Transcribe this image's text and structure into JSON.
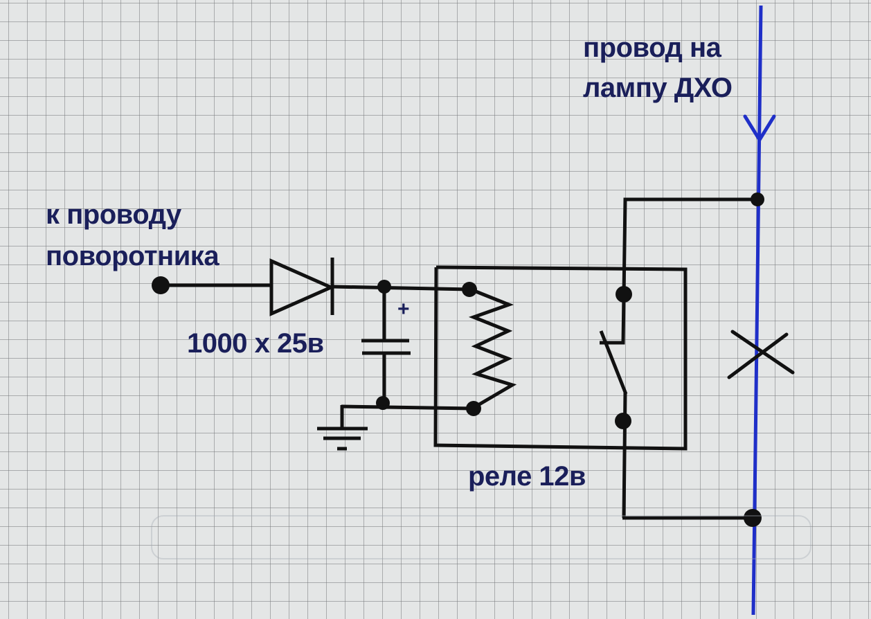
{
  "diagram": {
    "type": "electrical-schematic",
    "description": "DRL (daytime running lamp) cut-off circuit via turn-signal-triggered relay",
    "labels": {
      "dho_wire_line1": "провод на",
      "dho_wire_line2": "лампу ДХО",
      "turn_wire_line1": "к проводу",
      "turn_wire_line2": "поворотника",
      "capacitor": "1000 x 25в",
      "capacitor_polarity": "+",
      "relay": "реле 12в"
    },
    "components": [
      {
        "id": "input-terminal",
        "kind": "terminal"
      },
      {
        "id": "diode",
        "kind": "diode"
      },
      {
        "id": "capacitor",
        "kind": "electrolytic-capacitor",
        "value": "1000 x 25в"
      },
      {
        "id": "ground",
        "kind": "ground"
      },
      {
        "id": "relay",
        "kind": "relay",
        "value": "реле 12в",
        "parts": [
          "coil",
          "normally-closed-contact"
        ]
      },
      {
        "id": "dho-wire",
        "kind": "wire",
        "cut": true
      }
    ],
    "colors": {
      "wire": "#111111",
      "dho_wire": "#1f2fc8",
      "label_text": "#1a1f5a",
      "grid_background": "#e4e6e6"
    }
  }
}
